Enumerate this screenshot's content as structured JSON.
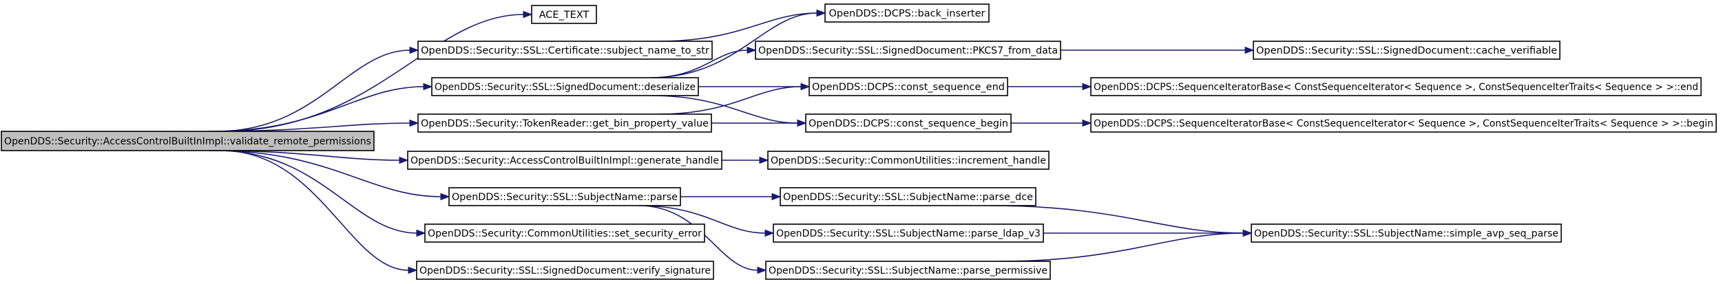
{
  "graph": {
    "nodes": [
      {
        "id": "root",
        "label": "OpenDDS::Security::AccessControlBuiltInImpl::validate_remote_permissions",
        "root": true
      },
      {
        "id": "ace_text",
        "label": "ACE_TEXT"
      },
      {
        "id": "subject_name_to_str",
        "label": "OpenDDS::Security::SSL::Certificate::subject_name_to_str"
      },
      {
        "id": "deserialize",
        "label": "OpenDDS::Security::SSL::SignedDocument::deserialize"
      },
      {
        "id": "get_bin_property_value",
        "label": "OpenDDS::Security::TokenReader::get_bin_property_value"
      },
      {
        "id": "generate_handle",
        "label": "OpenDDS::Security::AccessControlBuiltInImpl::generate_handle"
      },
      {
        "id": "subjectname_parse",
        "label": "OpenDDS::Security::SSL::SubjectName::parse"
      },
      {
        "id": "set_security_error",
        "label": "OpenDDS::Security::CommonUtilities::set_security_error"
      },
      {
        "id": "verify_signature",
        "label": "OpenDDS::Security::SSL::SignedDocument::verify_signature"
      },
      {
        "id": "back_inserter",
        "label": "OpenDDS::DCPS::back_inserter"
      },
      {
        "id": "pkcs7_from_data",
        "label": "OpenDDS::Security::SSL::SignedDocument::PKCS7_from_data"
      },
      {
        "id": "const_sequence_end",
        "label": "OpenDDS::DCPS::const_sequence_end"
      },
      {
        "id": "const_sequence_begin",
        "label": "OpenDDS::DCPS::const_sequence_begin"
      },
      {
        "id": "increment_handle",
        "label": "OpenDDS::Security::CommonUtilities::increment_handle"
      },
      {
        "id": "parse_dce",
        "label": "OpenDDS::Security::SSL::SubjectName::parse_dce"
      },
      {
        "id": "parse_ldap_v3",
        "label": "OpenDDS::Security::SSL::SubjectName::parse_ldap_v3"
      },
      {
        "id": "parse_permissive",
        "label": "OpenDDS::Security::SSL::SubjectName::parse_permissive"
      },
      {
        "id": "cache_verifiable",
        "label": "OpenDDS::Security::SSL::SignedDocument::cache_verifiable"
      },
      {
        "id": "seq_end",
        "label": "OpenDDS::DCPS::SequenceIteratorBase< ConstSequenceIterator< Sequence >, ConstSequenceIterTraits< Sequence > >::end"
      },
      {
        "id": "seq_begin",
        "label": "OpenDDS::DCPS::SequenceIteratorBase< ConstSequenceIterator< Sequence >, ConstSequenceIterTraits< Sequence > >::begin"
      },
      {
        "id": "simple_avp_seq_parse",
        "label": "OpenDDS::Security::SSL::SubjectName::simple_avp_seq_parse"
      }
    ],
    "edges": [
      {
        "from": "root",
        "to": "ace_text"
      },
      {
        "from": "root",
        "to": "subject_name_to_str"
      },
      {
        "from": "root",
        "to": "deserialize"
      },
      {
        "from": "root",
        "to": "get_bin_property_value"
      },
      {
        "from": "root",
        "to": "generate_handle"
      },
      {
        "from": "root",
        "to": "subjectname_parse"
      },
      {
        "from": "root",
        "to": "set_security_error"
      },
      {
        "from": "root",
        "to": "verify_signature"
      },
      {
        "from": "subject_name_to_str",
        "to": "back_inserter"
      },
      {
        "from": "deserialize",
        "to": "back_inserter"
      },
      {
        "from": "deserialize",
        "to": "pkcs7_from_data"
      },
      {
        "from": "deserialize",
        "to": "const_sequence_end"
      },
      {
        "from": "deserialize",
        "to": "const_sequence_begin"
      },
      {
        "from": "get_bin_property_value",
        "to": "const_sequence_end"
      },
      {
        "from": "get_bin_property_value",
        "to": "const_sequence_begin"
      },
      {
        "from": "generate_handle",
        "to": "increment_handle"
      },
      {
        "from": "subjectname_parse",
        "to": "parse_dce"
      },
      {
        "from": "subjectname_parse",
        "to": "parse_ldap_v3"
      },
      {
        "from": "subjectname_parse",
        "to": "parse_permissive"
      },
      {
        "from": "pkcs7_from_data",
        "to": "cache_verifiable"
      },
      {
        "from": "const_sequence_end",
        "to": "seq_end"
      },
      {
        "from": "const_sequence_begin",
        "to": "seq_begin"
      },
      {
        "from": "parse_dce",
        "to": "simple_avp_seq_parse"
      },
      {
        "from": "parse_ldap_v3",
        "to": "simple_avp_seq_parse"
      },
      {
        "from": "parse_permissive",
        "to": "simple_avp_seq_parse"
      }
    ]
  }
}
